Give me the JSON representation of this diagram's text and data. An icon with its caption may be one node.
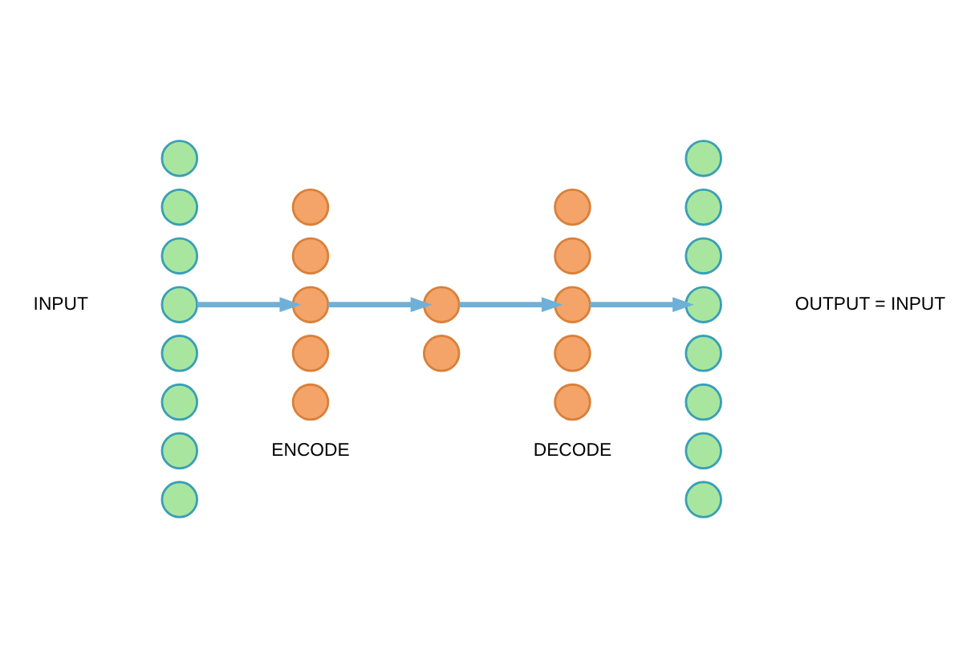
{
  "diagram": {
    "nodes": [
      {
        "text": [],
        "shape": "circle"
      },
      {
        "text": [],
        "shape": "circle"
      },
      {
        "text": [],
        "shape": "circle"
      },
      {
        "text": [],
        "shape": "circle"
      },
      {
        "text": [],
        "shape": "circle"
      },
      {
        "text": [],
        "shape": "circle"
      },
      {
        "text": [],
        "shape": "circle"
      },
      {
        "text": [],
        "shape": "circle"
      },
      {
        "text": [],
        "shape": "circle"
      },
      {
        "text": [],
        "shape": "circle"
      },
      {
        "text": [],
        "shape": "circle"
      },
      {
        "text": [],
        "shape": "circle"
      },
      {
        "text": [],
        "shape": "circle"
      },
      {
        "text": [],
        "shape": "circle"
      },
      {
        "text": [],
        "shape": "circle"
      },
      {
        "text": [],
        "shape": "circle"
      },
      {
        "text": [],
        "shape": "circle"
      },
      {
        "text": [],
        "shape": "circle"
      },
      {
        "text": [],
        "shape": "circle"
      },
      {
        "text": [],
        "shape": "circle"
      },
      {
        "text": [],
        "shape": "circle"
      },
      {
        "text": [],
        "shape": "circle"
      },
      {
        "text": [],
        "shape": "circle"
      },
      {
        "text": [],
        "shape": "circle"
      },
      {
        "text": [],
        "shape": "circle"
      },
      {
        "text": [],
        "shape": "circle"
      },
      {
        "text": [],
        "shape": "circle"
      },
      {
        "text": [],
        "shape": "circle"
      }
    ],
    "edges": [
      {
        "from": 3,
        "to": 10,
        "arrow": "to"
      },
      {
        "from": 10,
        "to": 13,
        "arrow": "to"
      },
      {
        "from": 13,
        "to": 17,
        "arrow": "to"
      },
      {
        "from": 17,
        "to": 23,
        "arrow": "to"
      }
    ],
    "labels": [
      "INPUT",
      "ENCODE",
      "DECODE",
      "OUTPUT = INPUT"
    ]
  }
}
